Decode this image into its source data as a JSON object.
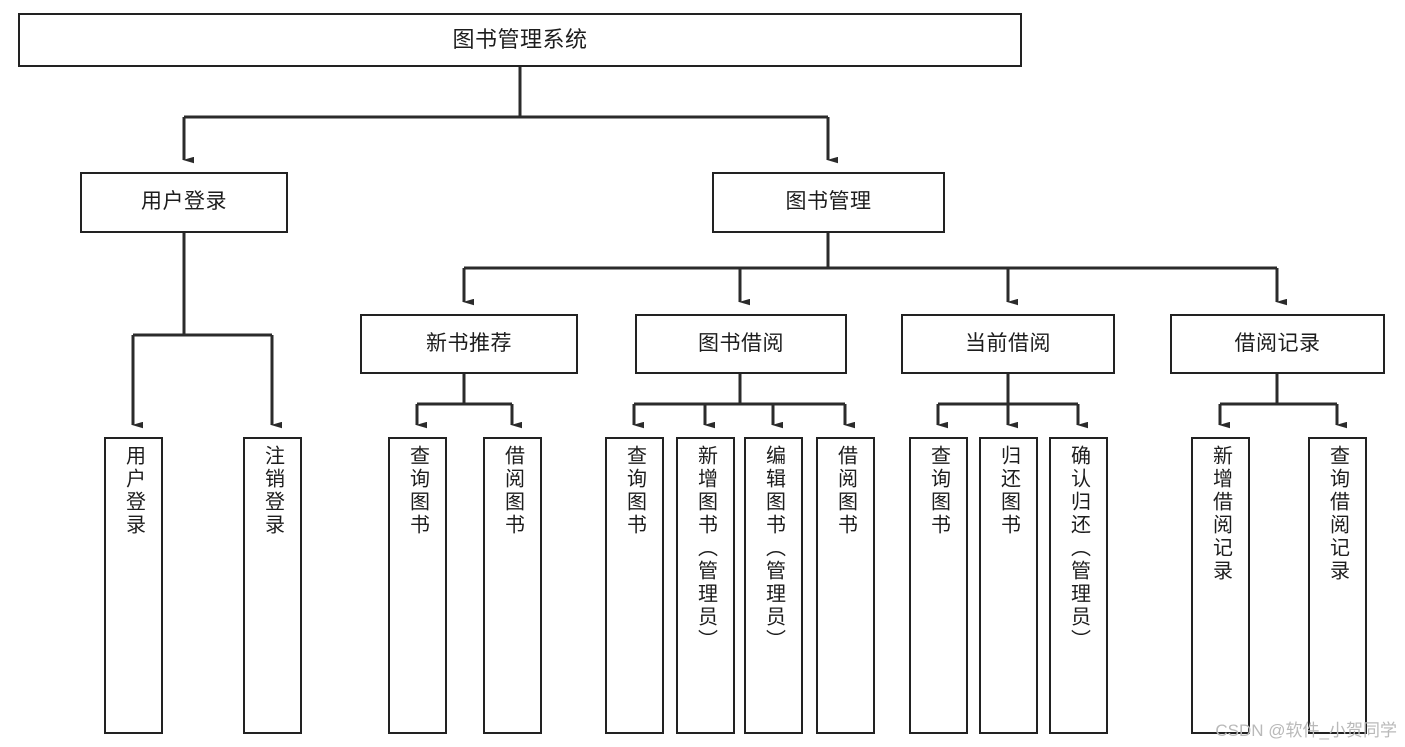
{
  "diagram": {
    "type": "tree-hierarchy-chart",
    "title": "图书管理系统",
    "orientation": "top-down",
    "box_fill": "#ffffff",
    "box_stroke": "#222222",
    "connector_color": "#2b2b2b",
    "background": "#ffffff"
  },
  "nodes": {
    "root": {
      "label": "图书管理系统",
      "level": 1
    },
    "level2": [
      {
        "id": "user-login",
        "label": "用户登录",
        "level": 2
      },
      {
        "id": "book-manage",
        "label": "图书管理",
        "level": 2
      }
    ],
    "level3": [
      {
        "id": "new-book-recommend",
        "label": "新书推荐",
        "level": 3
      },
      {
        "id": "book-borrow",
        "label": "图书借阅",
        "level": 3
      },
      {
        "id": "current-borrow",
        "label": "当前借阅",
        "level": 3
      },
      {
        "id": "borrow-record",
        "label": "借阅记录",
        "level": 3
      }
    ],
    "leaves": [
      {
        "id": "leaf-user-login",
        "parent": "user-login",
        "label": "用户登录"
      },
      {
        "id": "leaf-logout-login",
        "parent": "user-login",
        "label": "注销登录"
      },
      {
        "id": "leaf-query-book-1",
        "parent": "new-book-recommend",
        "label": "查询图书"
      },
      {
        "id": "leaf-borrow-book-1",
        "parent": "new-book-recommend",
        "label": "借阅图书"
      },
      {
        "id": "leaf-query-book-2",
        "parent": "book-borrow",
        "label": "查询图书"
      },
      {
        "id": "leaf-add-book",
        "parent": "book-borrow",
        "label": "新增图书（管理员）"
      },
      {
        "id": "leaf-edit-book",
        "parent": "book-borrow",
        "label": "编辑图书（管理员）"
      },
      {
        "id": "leaf-borrow-book-2",
        "parent": "book-borrow",
        "label": "借阅图书"
      },
      {
        "id": "leaf-query-book-3",
        "parent": "current-borrow",
        "label": "查询图书"
      },
      {
        "id": "leaf-return-book",
        "parent": "current-borrow",
        "label": "归还图书"
      },
      {
        "id": "leaf-confirm-return",
        "parent": "current-borrow",
        "label": "确认归还（管理员）"
      },
      {
        "id": "leaf-add-record",
        "parent": "borrow-record",
        "label": "新增借阅记录"
      },
      {
        "id": "leaf-query-record",
        "parent": "borrow-record",
        "label": "查询借阅记录"
      }
    ]
  },
  "watermark": {
    "text": "CSDN @软件_小贺同学"
  }
}
